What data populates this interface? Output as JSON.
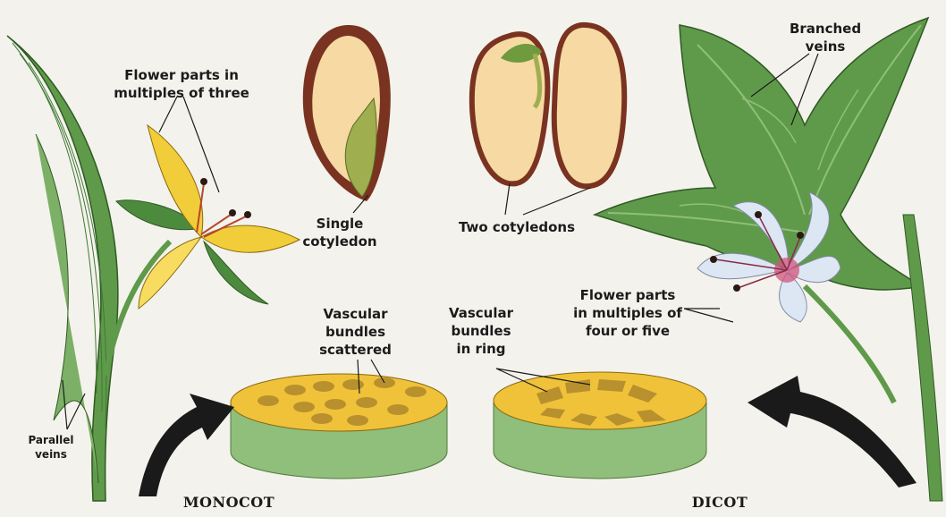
{
  "labels": {
    "monocot_flower": "Flower parts in\nmultiples of three",
    "single_cotyledon": "Single\ncotyledon",
    "two_cotyledons": "Two cotyledons",
    "branched_veins": "Branched\nveins",
    "monocot_bundles": "Vascular\nbundles\nscattered",
    "dicot_bundles": "Vascular\nbundles\nin ring",
    "dicot_flower": "Flower parts\nin multiples of\nfour or five",
    "parallel_veins": "Parallel\nveins",
    "monocot": "MONOCOT",
    "dicot": "DICOT"
  },
  "colors": {
    "leaf": "#5f9a4a",
    "leaf_dark": "#3f7a34",
    "stem_side": "#8fbf7a",
    "stem_top": "#f0c23a",
    "bundle": "#b8902e",
    "seed_coat": "#7a3320",
    "seed_inner": "#f6d9a3",
    "embryo": "#9fae4f",
    "monocot_flower": "#f2cd3a",
    "dicot_flower": "#dde6f3",
    "dicot_flower_center": "#d0547c",
    "arrow": "#1a1a1a"
  }
}
